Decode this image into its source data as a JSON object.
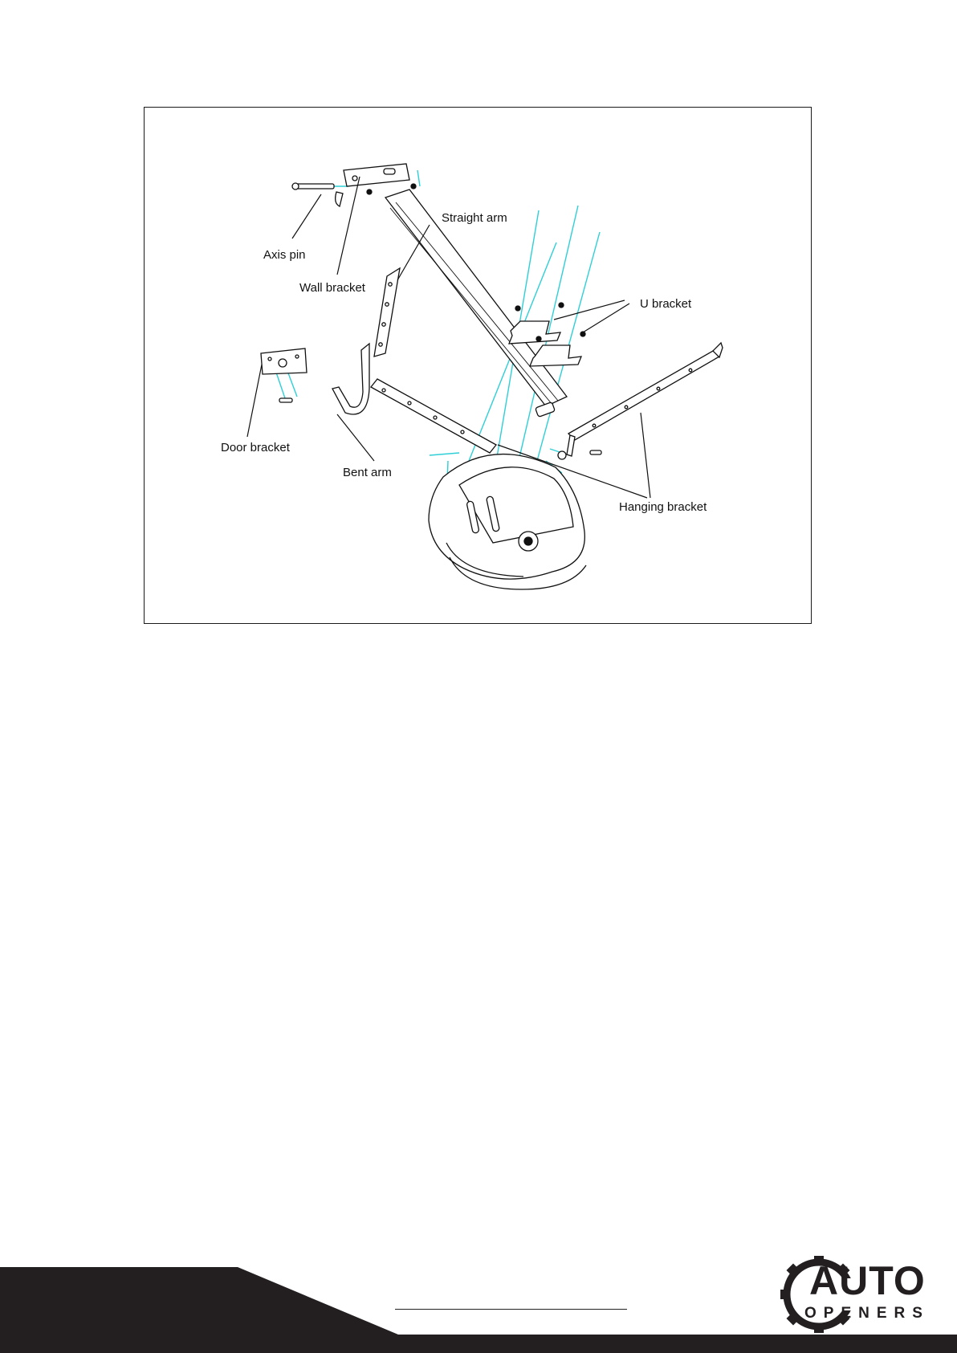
{
  "diagram": {
    "labels": {
      "axis_pin": "Axis pin",
      "wall_bracket": "Wall bracket",
      "straight_arm": "Straight arm",
      "u_bracket": "U bracket",
      "door_bracket": "Door bracket",
      "bent_arm": "Bent arm",
      "hanging_bracket": "Hanging bracket"
    },
    "guide_color": "#2ecfd6",
    "line_color": "#111111"
  },
  "footer": {
    "bar_color": "#231f20",
    "logo": {
      "word_top": "AUTO",
      "word_bottom": "OPENERS",
      "icon": "gear-icon"
    }
  }
}
